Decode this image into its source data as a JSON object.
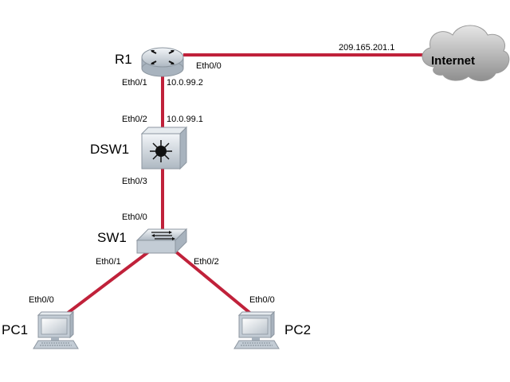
{
  "devices": {
    "r1": "R1",
    "dsw1": "DSW1",
    "sw1": "SW1",
    "pc1": "PC1",
    "pc2": "PC2",
    "internet": "Internet"
  },
  "interfaces": {
    "r1_eth00": "Eth0/0",
    "r1_eth01": "Eth0/1",
    "dsw1_eth02": "Eth0/2",
    "dsw1_eth03": "Eth0/3",
    "sw1_eth00": "Eth0/0",
    "sw1_eth01": "Eth0/1",
    "sw1_eth02": "Eth0/2",
    "pc1_eth00": "Eth0/0",
    "pc2_eth00": "Eth0/0"
  },
  "addresses": {
    "internet_ip": "209.165.201.1",
    "r1_eth01_ip": "10.0.99.2",
    "dsw1_eth02_ip": "10.0.99.1"
  },
  "colors": {
    "link": "#c0213a",
    "cloud": "#a9a9a9",
    "device": "#d4dbe2"
  },
  "icons": {
    "r1": "router-icon",
    "dsw1": "multilayer-switch-icon",
    "sw1": "switch-icon",
    "pc1": "pc-icon",
    "pc2": "pc-icon",
    "internet": "cloud-icon"
  }
}
